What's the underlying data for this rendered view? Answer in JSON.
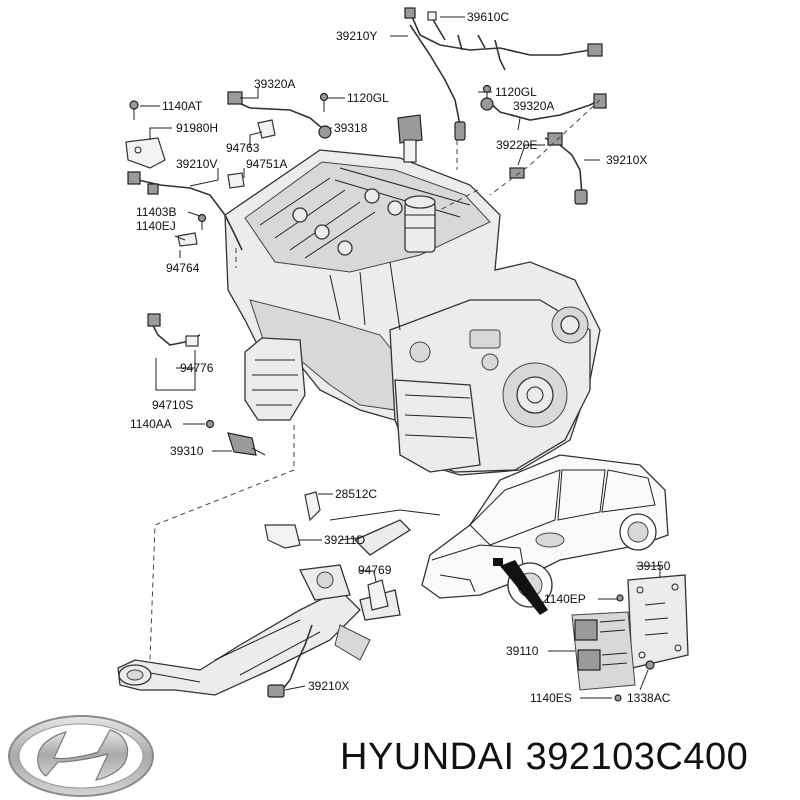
{
  "labels": {
    "p39610C": "39610C",
    "p39210Y": "39210Y",
    "p1140AT": "1140AT",
    "p39320A_top": "39320A",
    "p1120GL_top": "1120GL",
    "p1120GL_right": "1120GL",
    "p39320A_right": "39320A",
    "p91980H": "91980H",
    "p39318": "39318",
    "p94763": "94763",
    "p39210V": "39210V",
    "p94751A": "94751A",
    "p39220E": "39220E",
    "p39210X_top": "39210X",
    "p11403B": "11403B",
    "p1140EJ": "1140EJ",
    "p94764": "94764",
    "p94776": "94776",
    "p94710S": "94710S",
    "p1140AA": "1140AA",
    "p39310": "39310",
    "p28512C": "28512C",
    "p39211D": "39211D",
    "p94769": "94769",
    "p39150": "39150",
    "p1140EP": "1140EP",
    "p39110": "39110",
    "p39210X_bottom": "39210X",
    "p1140ES": "1140ES",
    "p1338AC": "1338AC"
  },
  "footer": {
    "brand_text": "HYUNDAI 392103C400"
  },
  "icons": {
    "logo": "hyundai-logo"
  },
  "colors": {
    "line": "#222222",
    "fill": "#ececec",
    "logo_silver": "#b8b8b8"
  }
}
